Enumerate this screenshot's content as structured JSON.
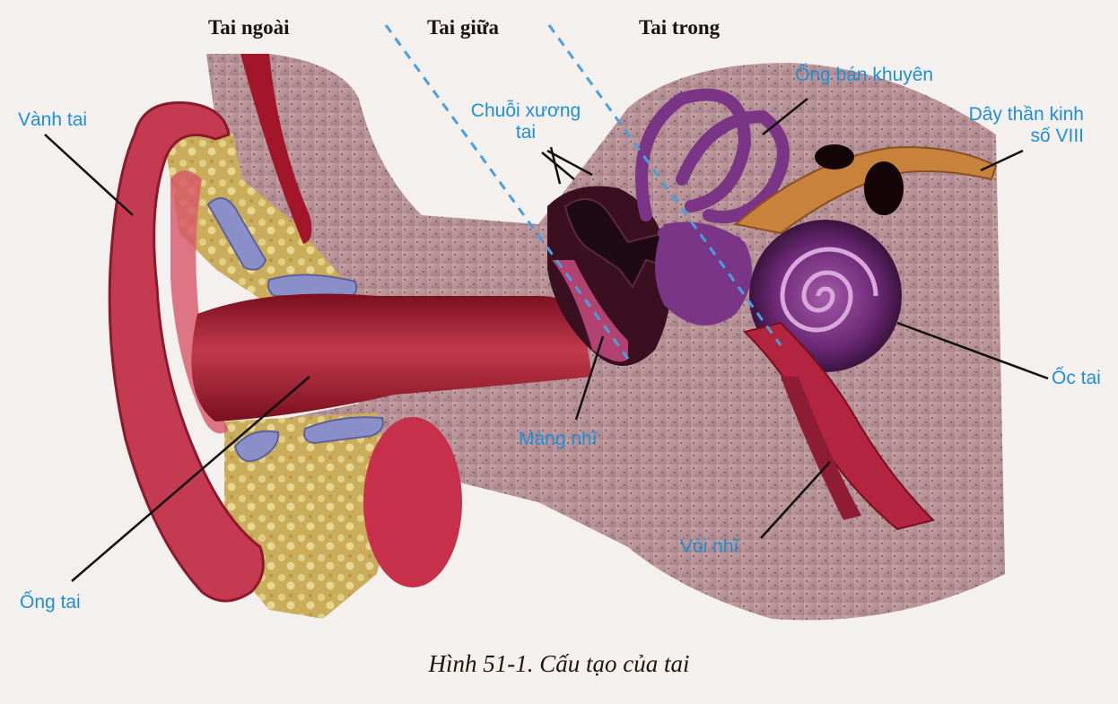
{
  "sections": {
    "outer": "Tai ngoài",
    "middle": "Tai giữa",
    "inner": "Tai trong"
  },
  "labels": {
    "pinna": "Vành tai",
    "ear_canal": "Ống tai",
    "ossicles_line1": "Chuỗi xương",
    "ossicles_line2": "tai",
    "eardrum": "Màng nhĩ",
    "semicircular": "Ống bán khuyên",
    "nerve_line1": "Dây thần kinh",
    "nerve_line2": "số VIII",
    "cochlea": "Ốc tai",
    "eustachian": "Vòi nhĩ"
  },
  "caption": "Hình 51-1. Cấu tạo của tai",
  "colors": {
    "label_text": "#1f8fd6",
    "boundary_dash": "#4a9fe0",
    "tissue": "#b98c8e",
    "canal": "#a3162a",
    "cochlea": "#6e2a78",
    "bone": "#d9c36a"
  }
}
